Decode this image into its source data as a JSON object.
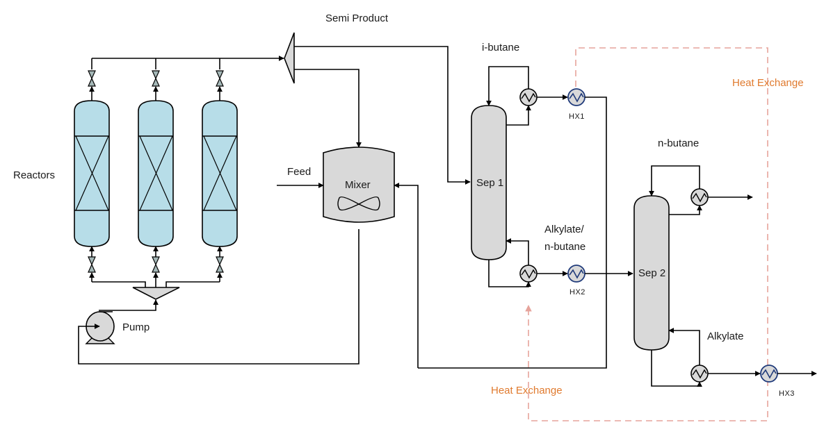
{
  "diagram": {
    "type": "process-flow-diagram",
    "labels": {
      "semi_product": "Semi Product",
      "reactors": "Reactors",
      "pump": "Pump",
      "feed": "Feed",
      "mixer": "Mixer",
      "sep1": "Sep 1",
      "sep2": "Sep 2",
      "i_butane": "i-butane",
      "alkylate_n_butane_line1": "Alkylate/",
      "alkylate_n_butane_line2": "n-butane",
      "n_butane": "n-butane",
      "alkylate": "Alkylate",
      "hx1": "HX1",
      "hx2": "HX2",
      "hx3": "HX3",
      "heat_exchange_top": "Heat Exchange",
      "heat_exchange_bottom": "Heat Exchange"
    },
    "units": [
      {
        "id": "reactor-1",
        "kind": "packed-bed reactor"
      },
      {
        "id": "reactor-2",
        "kind": "packed-bed reactor"
      },
      {
        "id": "reactor-3",
        "kind": "packed-bed reactor"
      },
      {
        "id": "pump",
        "kind": "centrifugal pump"
      },
      {
        "id": "splitter",
        "kind": "stream splitter"
      },
      {
        "id": "collector",
        "kind": "stream mixer"
      },
      {
        "id": "mixer",
        "kind": "agitated mixer vessel"
      },
      {
        "id": "sep1",
        "kind": "distillation column"
      },
      {
        "id": "sep2",
        "kind": "distillation column"
      },
      {
        "id": "hx1",
        "kind": "heat exchanger"
      },
      {
        "id": "hx2",
        "kind": "heat exchanger"
      },
      {
        "id": "hx3",
        "kind": "heat exchanger"
      }
    ],
    "colors": {
      "reactor_fill": "#b7dde8",
      "equipment_fill": "#d9d9d9",
      "valve_fill": "#a5b8b8",
      "external_hx_stroke": "#1f3a7a",
      "heat_exchange_dash": "#e6a39b",
      "heat_exchange_text": "#e07a2e"
    }
  }
}
